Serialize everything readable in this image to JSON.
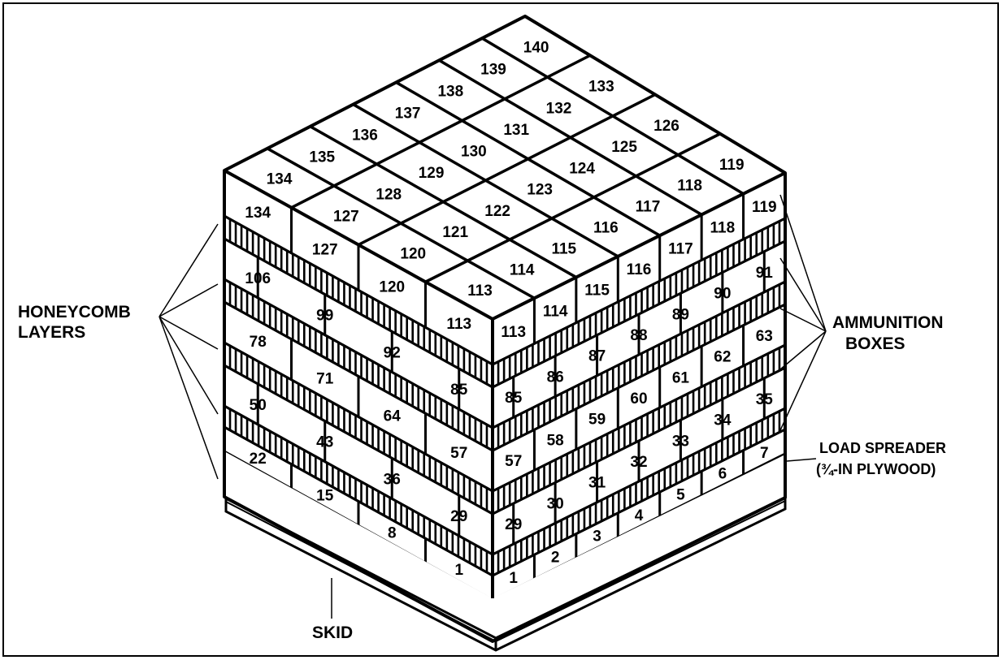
{
  "labels": {
    "honeycomb_line1": "HONEYCOMB",
    "honeycomb_line2": "LAYERS",
    "ammo_line1": "AMMUNITION",
    "ammo_line2": "BOXES",
    "spreader_line1": "LOAD SPREADER",
    "spreader_line2": "(¾-IN PLYWOOD)",
    "skid": "SKID"
  },
  "box_numbers": {
    "top_rows": [
      [
        "134",
        "135",
        "136",
        "137",
        "138",
        "139",
        "140"
      ],
      [
        "127",
        "128",
        "129",
        "130",
        "131",
        "132",
        "133"
      ],
      [
        "120",
        "121",
        "122",
        "123",
        "124",
        "125",
        "126"
      ],
      [
        "113",
        "114",
        "115",
        "116",
        "117",
        "118",
        "119"
      ]
    ],
    "left_face_rows": [
      [
        "134",
        "127",
        "120",
        "113"
      ],
      [
        "106",
        "99",
        "92",
        "85"
      ],
      [
        "78",
        "71",
        "64",
        "57"
      ],
      [
        "50",
        "43",
        "36",
        "29"
      ],
      [
        "22",
        "15",
        "8",
        "1"
      ]
    ],
    "right_face_rows": [
      [
        "113",
        "114",
        "115",
        "116",
        "117",
        "118",
        "119"
      ],
      [
        "85",
        "86",
        "87",
        "88",
        "89",
        "90",
        "91"
      ],
      [
        "57",
        "58",
        "59",
        "60",
        "61",
        "62",
        "63"
      ],
      [
        "29",
        "30",
        "31",
        "32",
        "33",
        "34",
        "35"
      ],
      [
        "1",
        "2",
        "3",
        "4",
        "5",
        "6",
        "7"
      ]
    ]
  },
  "colors": {
    "line": "#000000",
    "box_fill": "#ffffff"
  }
}
